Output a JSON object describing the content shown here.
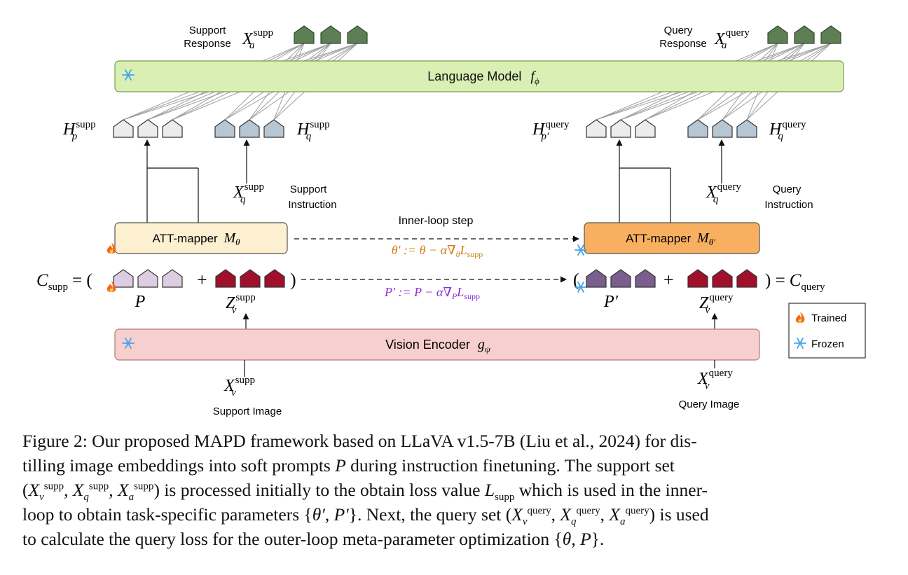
{
  "diagram": {
    "language_model": {
      "label": "Language Model",
      "symbol": "f",
      "subscript": "ϕ"
    },
    "vision_encoder": {
      "label": "Vision Encoder",
      "symbol": "g",
      "subscript": "ψ"
    },
    "att_mapper_supp": {
      "label": "ATT-mapper",
      "symbol": "M",
      "subscript": "θ"
    },
    "att_mapper_query": {
      "label": "ATT-mapper",
      "symbol": "M",
      "subscript": "θ′"
    },
    "support_response": {
      "line1": "Support",
      "line2": "Response",
      "math_base": "X",
      "math_sup": "supp",
      "math_sub": "a"
    },
    "query_response": {
      "line1": "Query",
      "line2": "Response",
      "math_base": "X",
      "math_sup": "query",
      "math_sub": "a"
    },
    "h_p_supp": {
      "base": "H",
      "sup": "supp",
      "sub": "p"
    },
    "h_q_supp": {
      "base": "H",
      "sup": "supp",
      "sub": "q"
    },
    "h_p_query": {
      "base": "H",
      "sup": "query",
      "sub": "p′"
    },
    "h_q_query": {
      "base": "H",
      "sup": "query",
      "sub": "q"
    },
    "support_instruction": {
      "line1": "Support",
      "line2": "Instruction",
      "base": "X",
      "sup": "supp",
      "sub": "q"
    },
    "query_instruction": {
      "line1": "Query",
      "line2": "Instruction",
      "base": "X",
      "sup": "query",
      "sub": "q"
    },
    "inner_loop_label": "Inner-loop step",
    "theta_update": "θ′ := θ − α∇θLsupp",
    "p_update": "P′ := P − α∇PLsupp",
    "c_supp": {
      "left": "C",
      "left_sub": "supp",
      "eq": "= (",
      "plus": "+",
      "close": ")"
    },
    "c_query": {
      "open": "(",
      "plus": "+",
      "close": ") =",
      "right": "C",
      "right_sub": "query"
    },
    "p_label": "P",
    "p_prime_label": "P′",
    "z_supp": {
      "base": "Z",
      "sup": "supp",
      "sub": "v"
    },
    "z_query": {
      "base": "Z",
      "sup": "query",
      "sub": "v"
    },
    "support_image": {
      "label": "Support Image",
      "base": "X",
      "sup": "supp",
      "sub": "v"
    },
    "query_image": {
      "label": "Query Image",
      "base": "X",
      "sup": "query",
      "sub": "v"
    },
    "legend": {
      "trained": "Trained",
      "frozen": "Frozen"
    },
    "colors": {
      "language_model_fill": "#d9efb4",
      "vision_encoder_fill": "#f8cfcf",
      "att_supp_fill": "#fdf0d0",
      "att_query_fill": "#f8b060",
      "response_token": "#5e7e55",
      "hq_token": "#b7c6d3",
      "hp_token": "#ececec",
      "p_token": "#dccde2",
      "p_prime_token": "#7a5f8e",
      "z_token": "#a0102a",
      "theta_text": "#d27c14",
      "p_text": "#8a2fd6",
      "snowflake": "#49a6e8",
      "flame": "#f06a1a"
    }
  },
  "caption": {
    "figure_label": "Figure 2:",
    "line1": "Our proposed MAPD framework based on LLaVA v1.5-7B (Liu et al., 2024) for dis-",
    "line2_a": "tilling image embeddings into soft prompts",
    "line2_p": "P",
    "line2_b": "during instruction finetuning.  The support set",
    "line3_b": "is processed initially to the obtain loss value",
    "line3_d": "which is used in the inner-",
    "line4_a": "loop to obtain task-specific parameters",
    "line4_b": ". Next, the query set",
    "line4_c": "is used",
    "line5": "to calculate the query loss for the outer-loop meta-parameter optimization"
  }
}
